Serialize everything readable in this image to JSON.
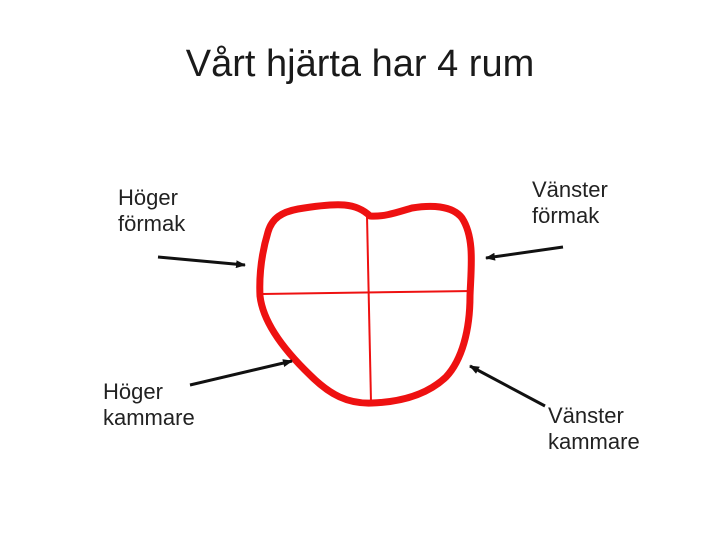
{
  "title": "Vårt hjärta har 4 rum",
  "labels": {
    "hoger_formak": {
      "line1": "Höger",
      "line2": "förmak"
    },
    "vanster_formak": {
      "line1": "Vänster",
      "line2": "förmak"
    },
    "hoger_kammare": {
      "line1": "Höger",
      "line2": "kammare"
    },
    "vanster_kammare": {
      "line1": "Vänster",
      "line2": "kammare"
    }
  },
  "colors": {
    "heart_outline": "#ee1111",
    "arrow": "#111111"
  }
}
